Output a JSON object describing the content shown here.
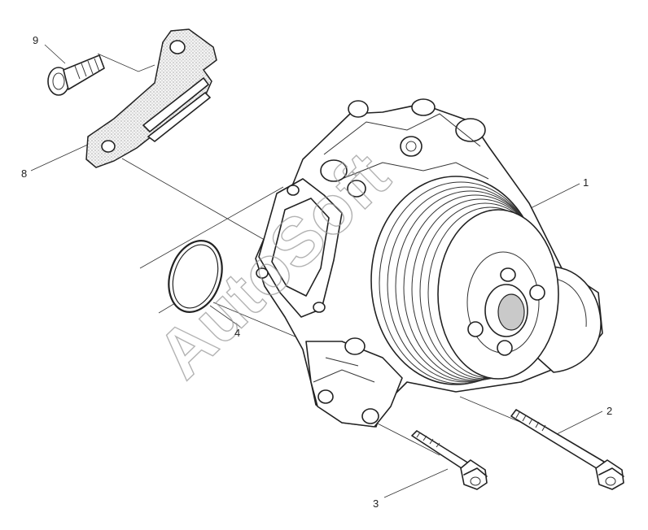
{
  "watermark": "AutoSoft",
  "callouts": [
    {
      "id": "1",
      "label": "1"
    },
    {
      "id": "2",
      "label": "2"
    },
    {
      "id": "3",
      "label": "3"
    },
    {
      "id": "4",
      "label": "4"
    },
    {
      "id": "8",
      "label": "8"
    },
    {
      "id": "9",
      "label": "9"
    }
  ]
}
